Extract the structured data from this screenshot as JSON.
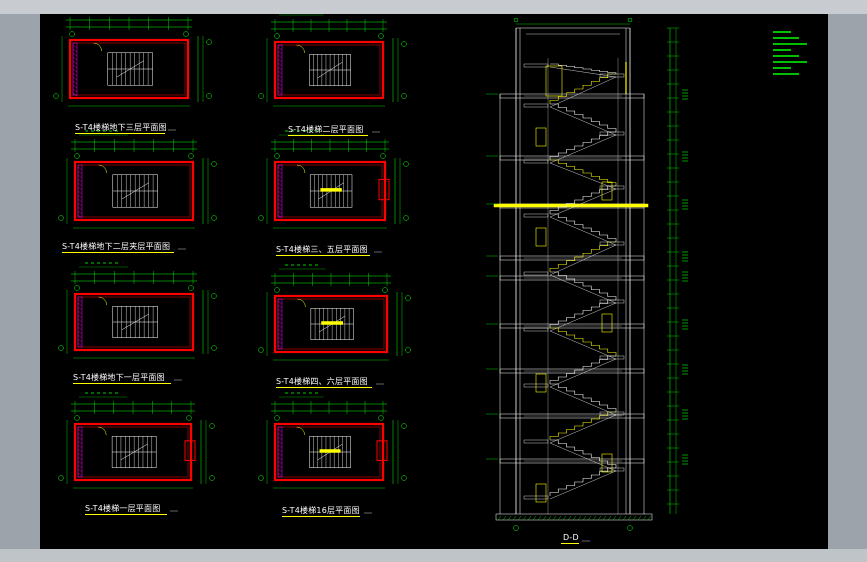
{
  "drawing": {
    "plans": [
      {
        "id": "p1",
        "title": "S-T4楼梯地下三层平面图"
      },
      {
        "id": "p2",
        "title": "S-T4楼梯二层平面图"
      },
      {
        "id": "p3",
        "title": "S-T4楼梯地下二层夹层平面图"
      },
      {
        "id": "p4",
        "title": "S-T4楼梯三、五层平面图"
      },
      {
        "id": "p5",
        "title": "S-T4楼梯地下一层平面图"
      },
      {
        "id": "p6",
        "title": "S-T4楼梯四、六层平面图"
      },
      {
        "id": "p7",
        "title": "S-T4楼梯一层平面图"
      },
      {
        "id": "p8",
        "title": "S-T4楼梯16层平面图"
      }
    ],
    "section": {
      "title": "D-D"
    },
    "colors": {
      "wall": "#ff0000",
      "dim": "#00ff00",
      "stair": "#ffffff",
      "highlight": "#ffff00",
      "hatch": "#ff00ff",
      "axis": "#00ffff"
    }
  }
}
